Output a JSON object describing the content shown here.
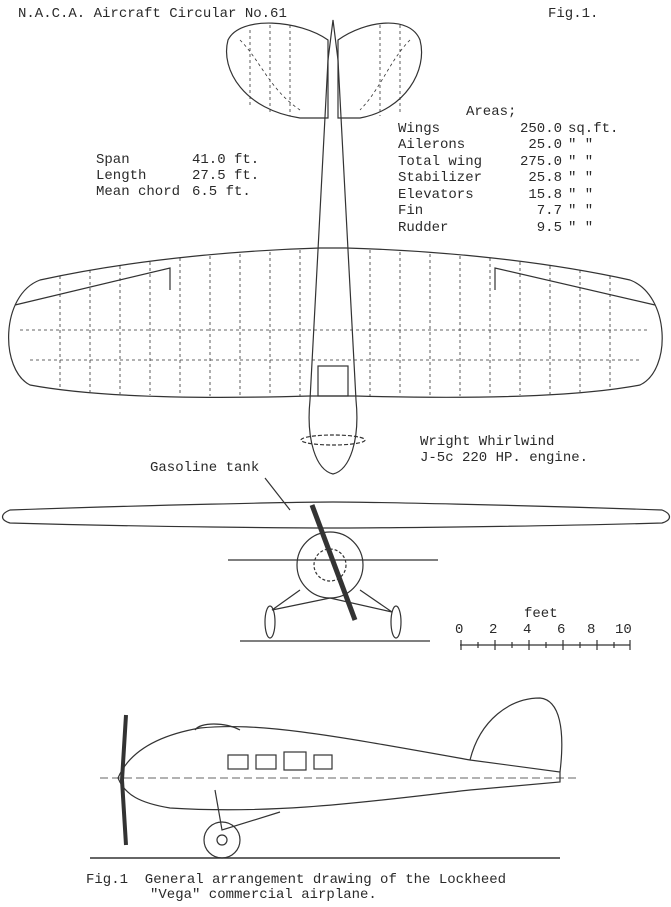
{
  "header": {
    "circular": "N.A.C.A. Aircraft Circular No.61",
    "figure": "Fig.1."
  },
  "areas": {
    "title": "Areas;",
    "rows": [
      {
        "label": "Wings",
        "value": "250.0",
        "unit": "sq.ft."
      },
      {
        "label": "Ailerons",
        "value": "25.0",
        "unit": "\"   \""
      },
      {
        "label": "Total wing",
        "value": "275.0",
        "unit": "\"   \""
      },
      {
        "label": "Stabilizer",
        "value": "25.8",
        "unit": "\"   \""
      },
      {
        "label": "Elevators",
        "value": "15.8",
        "unit": "\"   \""
      },
      {
        "label": "Fin",
        "value": "7.7",
        "unit": "\"   \""
      },
      {
        "label": "Rudder",
        "value": "9.5",
        "unit": "\"   \""
      }
    ]
  },
  "dimensions": [
    {
      "label": "Span",
      "value": "41.0 ft."
    },
    {
      "label": "Length",
      "value": "27.5 ft."
    },
    {
      "label": "Mean chord",
      "value": "6.5 ft."
    }
  ],
  "labels": {
    "engine_line1": "Wright Whirlwind",
    "engine_line2": "J-5c 220 HP. engine.",
    "tank": "Gasoline tank"
  },
  "scale": {
    "unit": "feet",
    "ticks": [
      "0",
      "2",
      "4",
      "6",
      "8",
      "10"
    ]
  },
  "caption": {
    "line1": "Fig.1  General arrangement drawing of the Lockheed",
    "line2": "\"Vega\" commercial airplane."
  }
}
